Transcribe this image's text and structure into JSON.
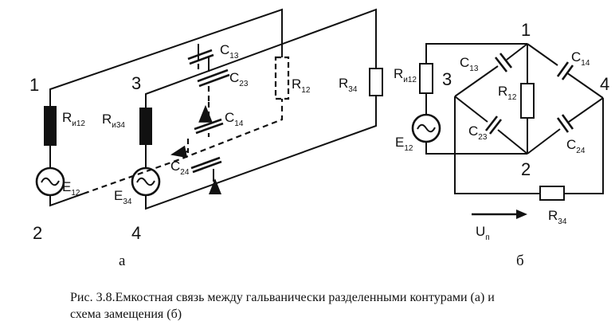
{
  "panel_a": {
    "nodes": {
      "n1": "1",
      "n2": "2",
      "n3": "3",
      "n4": "4"
    },
    "resistors": {
      "ri12": {
        "main": "R",
        "sub": "и12"
      },
      "ri34": {
        "main": "R",
        "sub": "и34"
      },
      "r12": {
        "main": "R",
        "sub": "12"
      },
      "r34": {
        "main": "R",
        "sub": "34"
      }
    },
    "capacitors": {
      "c13": {
        "main": "C",
        "sub": "13"
      },
      "c23": {
        "main": "C",
        "sub": "23"
      },
      "c14": {
        "main": "C",
        "sub": "14"
      },
      "c24": {
        "main": "C",
        "sub": "24"
      }
    },
    "sources": {
      "e12": {
        "main": "E",
        "sub": "12"
      },
      "e34": {
        "main": "E",
        "sub": "34"
      }
    },
    "letter": "а"
  },
  "panel_b": {
    "nodes": {
      "n1": "1",
      "n2": "2",
      "n3": "3",
      "n4": "4"
    },
    "resistors": {
      "ri12": {
        "main": "R",
        "sub": "и12"
      },
      "r12": {
        "main": "R",
        "sub": "12"
      },
      "r34": {
        "main": "R",
        "sub": "34"
      }
    },
    "capacitors": {
      "c13": {
        "main": "C",
        "sub": "13"
      },
      "c14": {
        "main": "C",
        "sub": "14"
      },
      "c23": {
        "main": "C",
        "sub": "23"
      },
      "c24": {
        "main": "C",
        "sub": "24"
      }
    },
    "source": {
      "main": "E",
      "sub": "12"
    },
    "voltage": {
      "main": "U",
      "sub": "п"
    },
    "letter": "б"
  },
  "caption": {
    "line1": "Рис. 3.8.Емкостная связь между гальванически разделенными контурами (а) и",
    "line2": "схема замещения (б)"
  }
}
